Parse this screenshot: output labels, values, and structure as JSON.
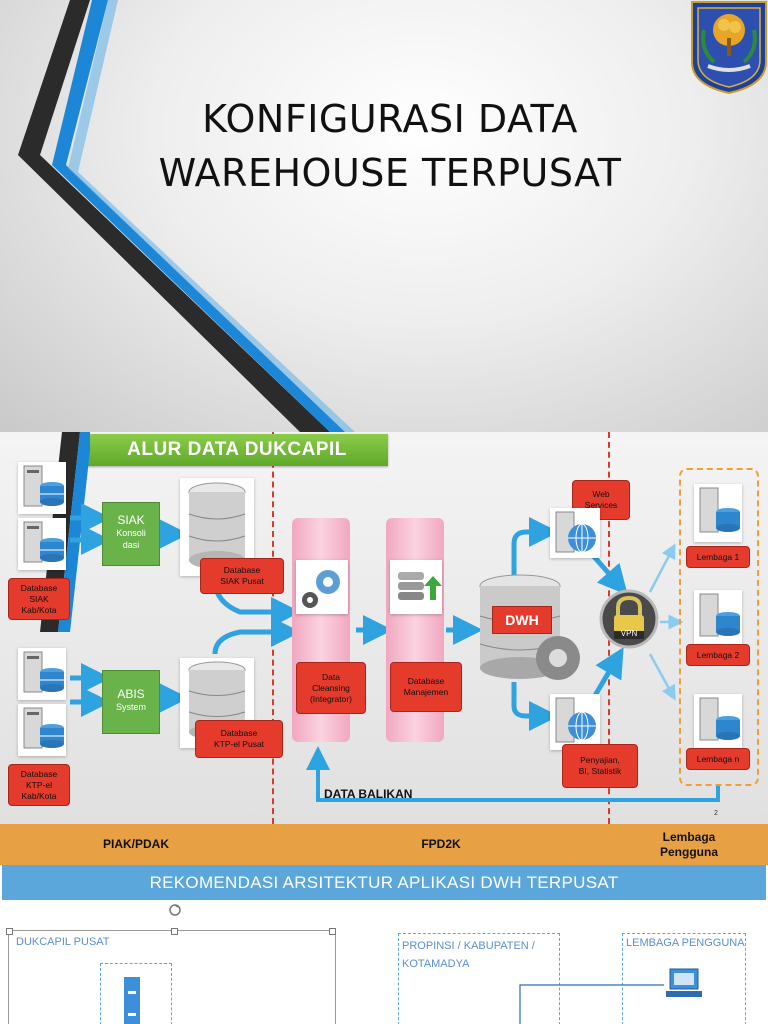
{
  "slide1": {
    "title_line1": "KONFIGURASI DATA",
    "title_line2": "WAREHOUSE TERPUSAT",
    "emblem": "emblem-icon"
  },
  "slide2": {
    "heading": "ALUR DATA DUKCAPIL",
    "siak_box": {
      "title": "SIAK",
      "sub1": "Konsoli",
      "sub2": "dasi"
    },
    "abis_box": {
      "title": "ABIS",
      "sub": "System"
    },
    "db_siak_kab": [
      "Database",
      "SIAK",
      "Kab/Kota"
    ],
    "db_ktp_kab": [
      "Database",
      "KTP-el",
      "Kab/Kota"
    ],
    "db_siak_pusat": [
      "Database",
      "SIAK Pusat"
    ],
    "db_ktp_pusat": [
      "Database",
      "KTP-el Pusat"
    ],
    "data_cleansing": [
      "Data",
      "Cleansing",
      "(Integrator)"
    ],
    "db_manajemen": [
      "Database",
      "Manajemen"
    ],
    "dwh": "DWH",
    "web_services": [
      "Web",
      "Services"
    ],
    "vpn": "VPN",
    "penyajian": [
      "Penyajian,",
      "BI, Statistik"
    ],
    "lembaga": [
      "Lembaga 1",
      "Lembaga 2",
      "Lembaga n"
    ],
    "data_balikan": "DATA BALIKAN",
    "page_number": "2",
    "bottom_labels": {
      "left": "PIAK/PDAK",
      "middle": "FPD2K",
      "right_line1": "Lembaga",
      "right_line2": "Pengguna"
    },
    "colors": {
      "green": "#6ab34a",
      "red": "#e53b2c",
      "arrow": "#2ea3e0",
      "orange": "#e8a045",
      "dashed_line": "#d83a2e"
    }
  },
  "slide3": {
    "heading": "REKOMENDASI ARSITEKTUR APLIKASI DWH TERPUSAT",
    "panel1": "DUKCAPIL PUSAT",
    "panel2_line1": "PROPINSI / KABUPATEN /",
    "panel2_line2": "KOTAMADYA",
    "panel3": "LEMBAGA PENGGUNA",
    "colors": {
      "header": "#5ba7dc"
    }
  }
}
